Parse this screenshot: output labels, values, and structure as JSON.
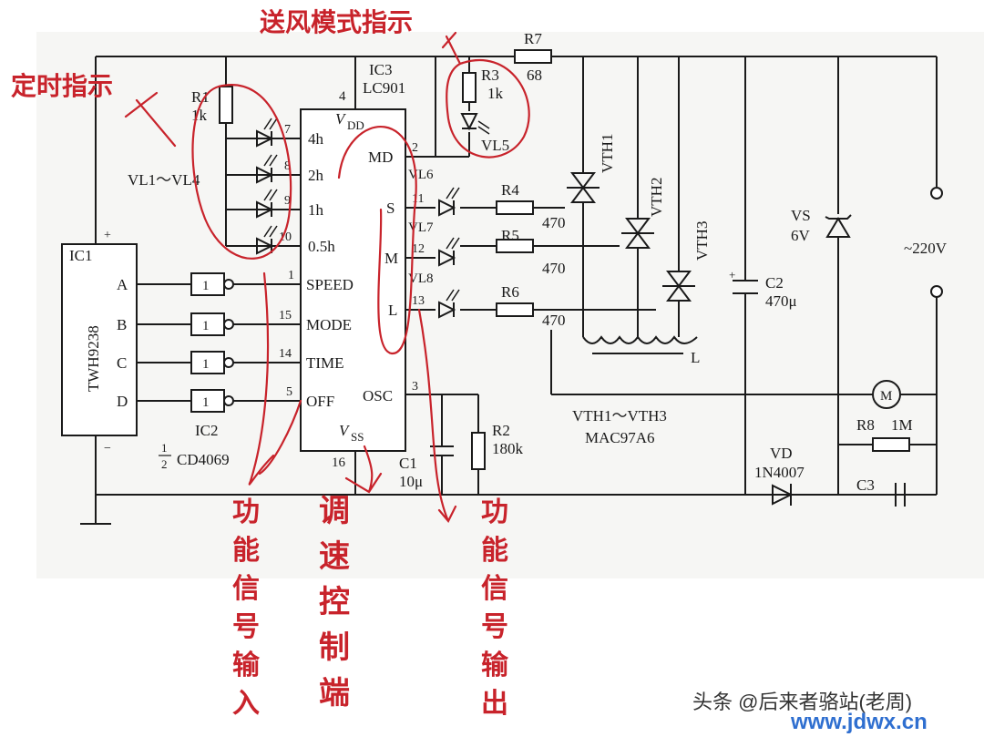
{
  "chips": {
    "ic1": {
      "name": "IC1",
      "part": "TWH9238",
      "pins": [
        "A",
        "B",
        "C",
        "D"
      ],
      "plus": "+",
      "minus": "−"
    },
    "ic2": {
      "name": "IC2",
      "part": "CD4069",
      "fraction_num": "1",
      "fraction_den": "2",
      "gate": "1"
    },
    "ic3": {
      "name": "IC3",
      "part": "LC901",
      "vdd": "V",
      "vdd_sub": "DD",
      "vss": "V",
      "vss_sub": "SS",
      "left_pins": [
        {
          "label": "4h",
          "num": "7"
        },
        {
          "label": "2h",
          "num": "8"
        },
        {
          "label": "1h",
          "num": "9"
        },
        {
          "label": "0.5h",
          "num": "10"
        },
        {
          "label": "SPEED",
          "num": "1"
        },
        {
          "label": "MODE",
          "num": "15"
        },
        {
          "label": "TIME",
          "num": "14"
        },
        {
          "label": "OFF",
          "num": "5"
        }
      ],
      "right_pins": [
        {
          "label": "MD",
          "num": "2"
        },
        {
          "label": "S",
          "num": "11"
        },
        {
          "label": "M",
          "num": "12"
        },
        {
          "label": "L",
          "num": "13"
        },
        {
          "label": "OSC",
          "num": "3"
        }
      ],
      "top_pin": "4",
      "bottom_pin": "16"
    }
  },
  "components": {
    "r1": {
      "name": "R1",
      "value": "1k"
    },
    "r2": {
      "name": "R2",
      "value": "180k"
    },
    "r3": {
      "name": "R3",
      "value": "1k"
    },
    "r4": {
      "name": "R4",
      "value": "470"
    },
    "r5": {
      "name": "R5",
      "value": "470"
    },
    "r6": {
      "name": "R6",
      "value": "470"
    },
    "r7": {
      "name": "R7",
      "value": "68"
    },
    "r8": {
      "name": "R8",
      "value": "1M"
    },
    "c1": {
      "name": "C1",
      "value": "10μ"
    },
    "c2": {
      "name": "C2",
      "value": "470μ",
      "plus": "+"
    },
    "c3": {
      "name": "C3"
    },
    "vs": {
      "name": "VS",
      "value": "6V"
    },
    "vd": {
      "name": "VD",
      "value": "1N4007"
    },
    "vl_group": "VL1～VL4",
    "vl5": "VL5",
    "vl6": "VL6",
    "vl7": "VL7",
    "vl8": "VL8",
    "vth1": "VTH1",
    "vth2": "VTH2",
    "vth3": "VTH3",
    "vth_group": "VTH1～VTH3",
    "vth_part": "MAC97A6",
    "inductor": "L",
    "motor": "M",
    "mains": "~220V"
  },
  "annotations": {
    "timing": "定时指示",
    "fan_mode": "送风模式指示",
    "func_in": [
      "功",
      "能",
      "信",
      "号",
      "输",
      "入"
    ],
    "speed_ctrl": [
      "调",
      "速",
      "控",
      "制",
      "端"
    ],
    "func_out": [
      "功",
      "能",
      "信",
      "号",
      "输",
      "出"
    ]
  },
  "watermark": {
    "author": "头条 @后来者骆站(老周)",
    "site": "www.jdwx.cn"
  },
  "colors": {
    "ink": "#1a1a1a",
    "annotation": "#c8232b",
    "watermark_blue": "#2f6fd0"
  }
}
